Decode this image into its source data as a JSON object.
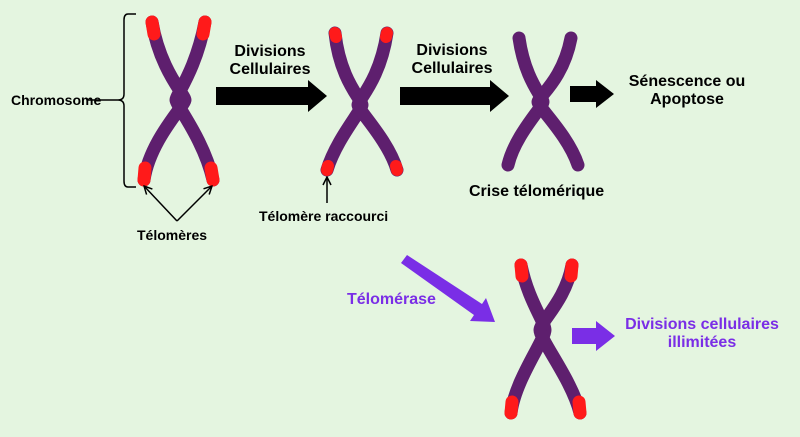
{
  "labels": {
    "chromosome": "Chromosome",
    "telomeres": "Télomères",
    "divisions_1_line1": "Divisions",
    "divisions_1_line2": "Cellulaires",
    "telomere_raccourci": "Télomère raccourci",
    "divisions_2_line1": "Divisions",
    "divisions_2_line2": "Cellulaires",
    "crise_telomerique": "Crise télomérique",
    "senescence_line1": "Sénescence ou",
    "senescence_line2": "Apoptose",
    "telomerase": "Télomérase",
    "divisions_illimitees_line1": "Divisions cellulaires",
    "divisions_illimitees_line2": "illimitées"
  },
  "colors": {
    "background": "#e4f5e0",
    "chromosome": "#5e1f6e",
    "telomere": "#ff1a1a",
    "black_arrow": "#000000",
    "violet": "#7a2ee6"
  }
}
